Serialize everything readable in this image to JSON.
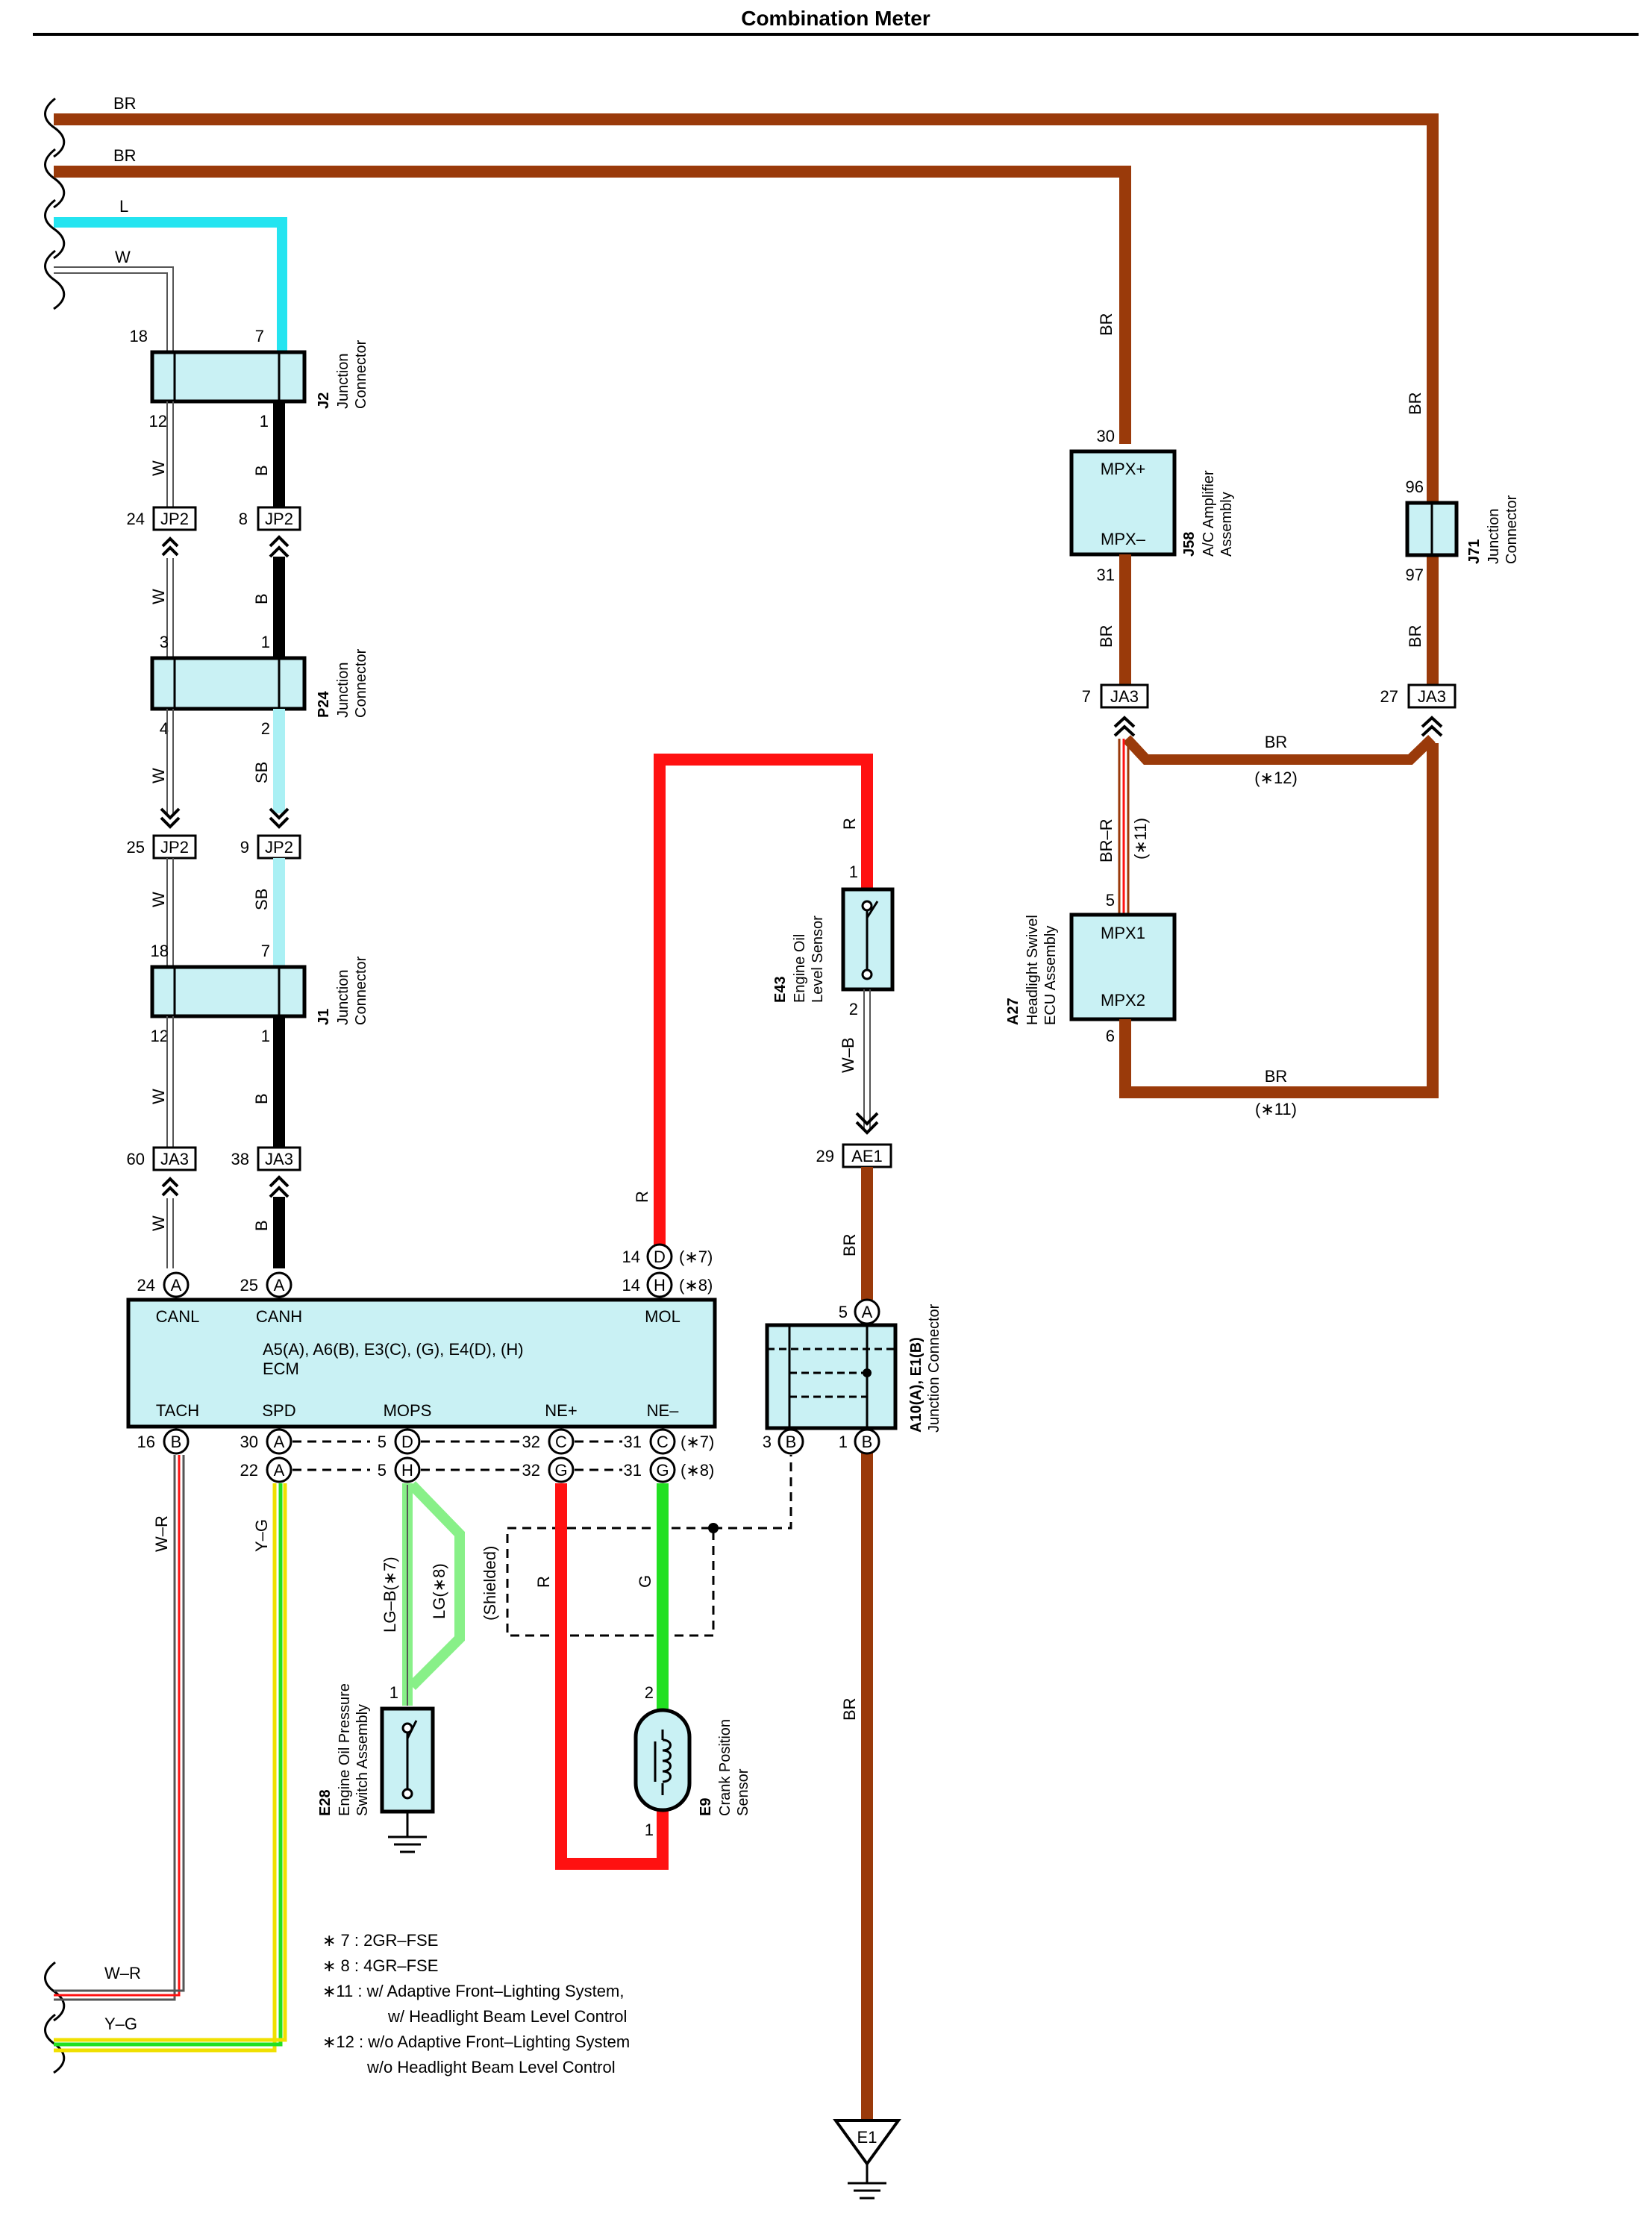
{
  "title": "Combination Meter",
  "colors": {
    "BR": "#9a3a0a",
    "L": "#24e4f0",
    "SB": "#aaf0f4",
    "B": "#000000",
    "R": "#ff1111",
    "G": "#22e022",
    "LG": "#88f088",
    "WR_red": "#ff1111",
    "YG_yellow": "#f0e000",
    "YG_green": "#22e022",
    "component_fill": "#c9f1f4"
  },
  "wires": {
    "br_top1": "BR",
    "br_top2": "BR",
    "l_top": "L",
    "w_top": "W",
    "w_seg1": "W",
    "b_seg1": "B",
    "w_seg2": "W",
    "b_seg2": "B",
    "w_seg3": "W",
    "sb_seg3": "SB",
    "w_seg4": "W",
    "sb_seg4": "SB",
    "w_seg5": "W",
    "b_seg5": "B",
    "w_seg6": "W",
    "b_seg6": "B",
    "r_top": "R",
    "r_mid": "R",
    "wb": "W–B",
    "br_ae1": "BR",
    "br_down": "BR",
    "br_j58_top": "BR",
    "br_j58_bot": "BR",
    "br_j71_top": "BR",
    "br_j71_bot": "BR",
    "br_mid": "BR",
    "br_mid_note": "(∗12)",
    "brr": "BR–R",
    "brr_note": "(∗11)",
    "br_bottom": "BR",
    "br_bottom_note": "(∗11)",
    "wr": "W–R",
    "yg": "Y–G",
    "lgb": "LG–B(∗7)",
    "lg": "LG(∗8)",
    "shielded": "(Shielded)",
    "r_crank": "R",
    "g_crank": "G",
    "wr_bottom": "W–R",
    "yg_bottom": "Y–G"
  },
  "components": {
    "j2": {
      "code": "J2",
      "name1": "Junction",
      "name2": "Connector",
      "pin_tl": "18",
      "pin_tr": "7",
      "pin_bl": "12",
      "pin_br": "1"
    },
    "p24": {
      "code": "P24",
      "name1": "Junction",
      "name2": "Connector",
      "pin_tl": "3",
      "pin_tr": "1",
      "pin_bl": "4",
      "pin_br": "2"
    },
    "j1": {
      "code": "J1",
      "name1": "Junction",
      "name2": "Connector",
      "pin_tl": "18",
      "pin_tr": "7",
      "pin_bl": "12",
      "pin_br": "1"
    },
    "ecm": {
      "codes": "A5(A), A6(B), E3(C), (G), E4(D), (H)",
      "name": "ECM",
      "canl": "CANL",
      "canh": "CANH",
      "mol": "MOL",
      "tach": "TACH",
      "spd": "SPD",
      "mops": "MOPS",
      "ne_plus": "NE+",
      "ne_minus": "NE–"
    },
    "j58": {
      "code": "J58",
      "name1": "A/C Amplifier",
      "name2": "Assembly",
      "mpx_plus": "MPX+",
      "mpx_minus": "MPX–",
      "pin_top": "30",
      "pin_bot": "31"
    },
    "j71": {
      "code": "J71",
      "name1": "Junction",
      "name2": "Connector",
      "pin_top": "96",
      "pin_bot": "97"
    },
    "a27": {
      "code": "A27",
      "name1": "Headlight Swivel",
      "name2": "ECU Assembly",
      "mpx1": "MPX1",
      "mpx2": "MPX2",
      "pin_top": "5",
      "pin_bot": "6"
    },
    "e43": {
      "code": "E43",
      "name1": "Engine Oil",
      "name2": "Level Sensor",
      "pin_top": "1",
      "pin_bot": "2"
    },
    "a10": {
      "code": "A10(A), E1(B)",
      "name": "Junction Connector",
      "pin_a": "5",
      "pin_a_letter": "A",
      "pin_b3": "3",
      "pin_b3_letter": "B",
      "pin_b1": "1",
      "pin_b1_letter": "B"
    },
    "e28": {
      "code": "E28",
      "name1": "Engine Oil Pressure",
      "name2": "Switch Assembly",
      "pin": "1"
    },
    "e9": {
      "code": "E9",
      "name1": "Crank Position",
      "name2": "Sensor",
      "pin_top": "2",
      "pin_bot": "1"
    },
    "e1": {
      "code": "E1"
    }
  },
  "connectors": {
    "jp2_24": {
      "num": "24",
      "name": "JP2"
    },
    "jp2_8": {
      "num": "8",
      "name": "JP2"
    },
    "jp2_25": {
      "num": "25",
      "name": "JP2"
    },
    "jp2_9": {
      "num": "9",
      "name": "JP2"
    },
    "ja3_60": {
      "num": "60",
      "name": "JA3"
    },
    "ja3_38": {
      "num": "38",
      "name": "JA3"
    },
    "ja3_7": {
      "num": "7",
      "name": "JA3"
    },
    "ja3_27": {
      "num": "27",
      "name": "JA3"
    },
    "ae1_29": {
      "num": "29",
      "name": "AE1"
    }
  },
  "ecm_pins": {
    "p24": {
      "num": "24",
      "letter": "A"
    },
    "p25": {
      "num": "25",
      "letter": "A"
    },
    "p14d": {
      "num": "14",
      "letter": "D",
      "note": "(∗7)"
    },
    "p14h": {
      "num": "14",
      "letter": "H",
      "note": "(∗8)"
    },
    "p16": {
      "num": "16",
      "letter": "B"
    },
    "p30": {
      "num": "30",
      "letter": "A"
    },
    "p22": {
      "num": "22",
      "letter": "A"
    },
    "p5d": {
      "num": "5",
      "letter": "D"
    },
    "p5h": {
      "num": "5",
      "letter": "H"
    },
    "p32c": {
      "num": "32",
      "letter": "C"
    },
    "p32g": {
      "num": "32",
      "letter": "G"
    },
    "p31c": {
      "num": "31",
      "letter": "C",
      "note": "(∗7)"
    },
    "p31g": {
      "num": "31",
      "letter": "G",
      "note": "(∗8)"
    }
  },
  "notes": [
    "∗ 7 : 2GR–FSE",
    "∗ 8 : 4GR–FSE",
    "∗11 : w/ Adaptive Front–Lighting System,",
    "w/ Headlight Beam Level Control",
    "∗12 : w/o Adaptive Front–Lighting System",
    "w/o Headlight Beam Level Control"
  ]
}
